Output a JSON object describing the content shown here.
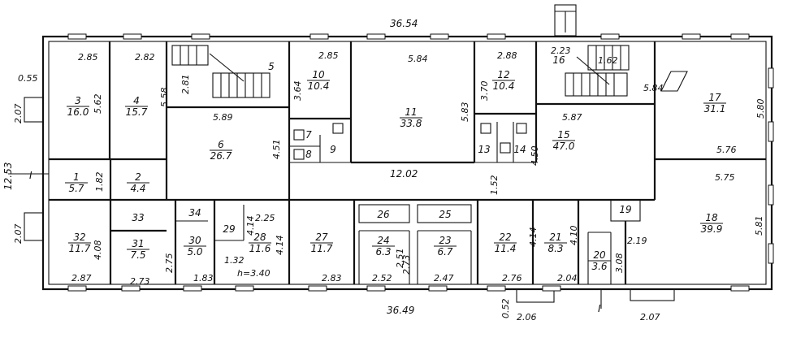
{
  "plan": {
    "overall_top": "36.54",
    "overall_bottom": "36.49",
    "left_height": "12.53",
    "left_window_top": "2.07",
    "left_window_top_depth": "0.55",
    "left_window_bottom": "2.07",
    "bottom_door_depth": "0.52",
    "bottom_door_width": "2.06",
    "bottom_right_window": "2.07",
    "corridor_length": "12.02",
    "corridor_width": "1.52",
    "height_note": "h=3.40",
    "section_mark": "I",
    "rooms": [
      {
        "num": "1",
        "area": "5.7"
      },
      {
        "num": "2",
        "area": "4.4"
      },
      {
        "num": "3",
        "area": "16.0"
      },
      {
        "num": "4",
        "area": "15.7"
      },
      {
        "num": "5",
        "area": ""
      },
      {
        "num": "6",
        "area": "26.7"
      },
      {
        "num": "7",
        "area": ""
      },
      {
        "num": "8",
        "area": ""
      },
      {
        "num": "9",
        "area": ""
      },
      {
        "num": "10",
        "area": "10.4"
      },
      {
        "num": "11",
        "area": "33.8"
      },
      {
        "num": "12",
        "area": "10.4"
      },
      {
        "num": "13",
        "area": ""
      },
      {
        "num": "14",
        "area": ""
      },
      {
        "num": "15",
        "area": "47.0"
      },
      {
        "num": "16",
        "area": ""
      },
      {
        "num": "17",
        "area": "31.1"
      },
      {
        "num": "18",
        "area": "39.9"
      },
      {
        "num": "19",
        "area": ""
      },
      {
        "num": "20",
        "area": "3.6"
      },
      {
        "num": "21",
        "area": "8.3"
      },
      {
        "num": "22",
        "area": "11.4"
      },
      {
        "num": "23",
        "area": "6.7"
      },
      {
        "num": "24",
        "area": "6.3"
      },
      {
        "num": "25",
        "area": ""
      },
      {
        "num": "26",
        "area": ""
      },
      {
        "num": "27",
        "area": "11.7"
      },
      {
        "num": "28",
        "area": "11.6"
      },
      {
        "num": "29",
        "area": ""
      },
      {
        "num": "30",
        "area": "5.0"
      },
      {
        "num": "31",
        "area": "7.5"
      },
      {
        "num": "32",
        "area": "11.7"
      },
      {
        "num": "33",
        "area": ""
      },
      {
        "num": "34",
        "area": ""
      }
    ],
    "dims": [
      "2.85",
      "2.82",
      "5.62",
      "5.58",
      "2.81",
      "5.89",
      "4.51",
      "2.85",
      "3.64",
      "5.84",
      "5.83",
      "2.88",
      "3.70",
      "2.23",
      "1.62",
      "5.84",
      "5.87",
      "4.50",
      "5.80",
      "5.76",
      "5.75",
      "5.81",
      "2.19",
      "3.08",
      "1.82",
      "2.25",
      "4.14",
      "1.32",
      "4.14",
      "2.83",
      "2.51",
      "2.52",
      "2.73",
      "2.47",
      "4.14",
      "2.76",
      "4.10",
      "2.04",
      "2.87",
      "4.08",
      "2.73",
      "2.75",
      "1.83"
    ]
  }
}
